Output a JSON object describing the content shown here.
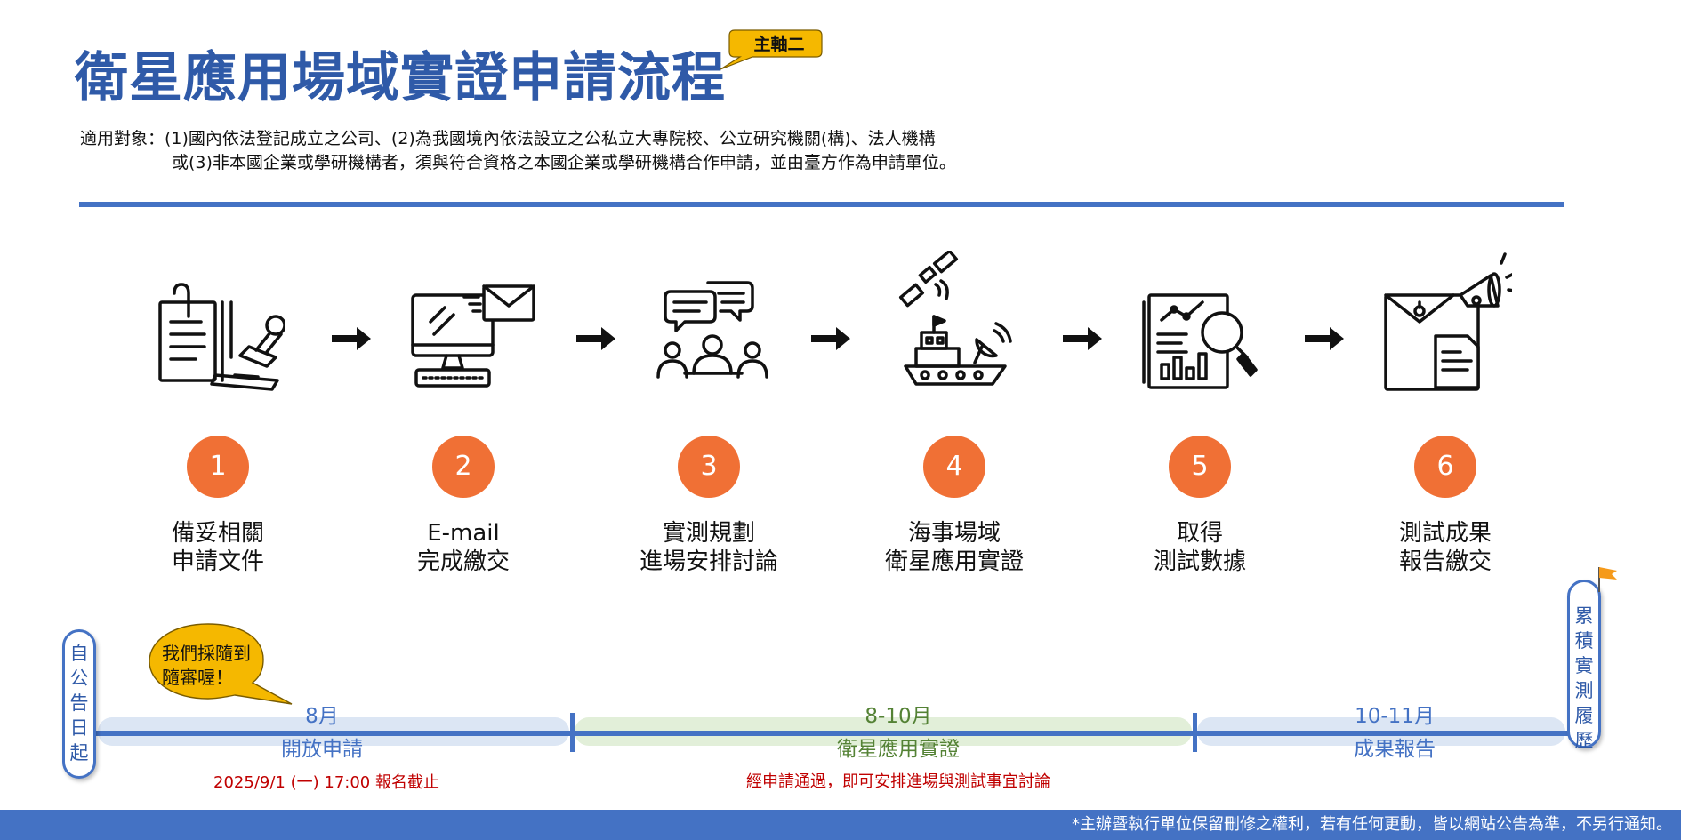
{
  "header": {
    "title": "衛星應用場域實證申請流程",
    "badge": "主軸二"
  },
  "eligibility": {
    "line1": "適用對象：(1)國內依法登記成立之公司、(2)為我國境內依法設立之公私立大專院校、公立研究機關(構)、法人機構",
    "line2": "或(3)非本國企業或學研機構者，須與符合資格之本國企業或學研機構合作申請，並由臺方作為申請單位。"
  },
  "steps": [
    {
      "number": "1",
      "line1": "備妥相關",
      "line2": "申請文件",
      "icon": "document-stamp-icon"
    },
    {
      "number": "2",
      "line1": "E-mail",
      "line2": "完成繳交",
      "icon": "computer-email-icon"
    },
    {
      "number": "3",
      "line1": "實測規劃",
      "line2": "進場安排討論",
      "icon": "meeting-discussion-icon"
    },
    {
      "number": "4",
      "line1": "海事場域",
      "line2": "衛星應用實證",
      "icon": "satellite-ship-icon"
    },
    {
      "number": "5",
      "line1": "取得",
      "line2": "測試數據",
      "icon": "data-report-magnifier-icon"
    },
    {
      "number": "6",
      "line1": "測試成果",
      "line2": "報告繳交",
      "icon": "envelope-megaphone-icon"
    }
  ],
  "timeline": {
    "start_label": "自公告日起",
    "end_label": "累積實測履歷",
    "bubble": {
      "line1": "我們採隨到",
      "line2": "隨審喔！"
    },
    "periods": [
      {
        "month": "8月",
        "name": "開放申請",
        "note": "2025/9/1 (一) 17:00 報名截止",
        "color": "#4472c4",
        "band": "#dce6f4"
      },
      {
        "month": "8-10月",
        "name": "衛星應用實證",
        "note": "經申請通過，即可安排進場與測試事宜討論",
        "color": "#548235",
        "band": "#e2efd9"
      },
      {
        "month": "10-11月",
        "name": "成果報告",
        "note": "",
        "color": "#4472c4",
        "band": "#dce6f4"
      }
    ]
  },
  "footer": {
    "text": "*主辦暨執行單位保留刪修之權利，若有任何更動，皆以網站公告為準，不另行通知。"
  },
  "colors": {
    "title": "#2f5aa8",
    "accent_blue": "#4472c4",
    "step_circle": "#f07035",
    "bubble": "#f5b800",
    "note_red": "#c00000"
  }
}
